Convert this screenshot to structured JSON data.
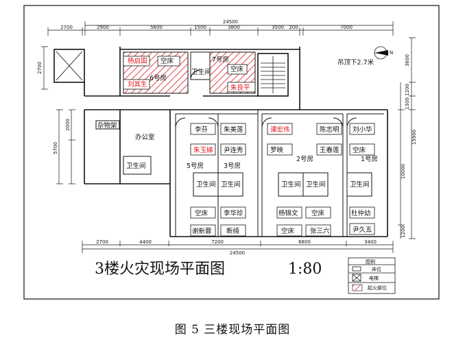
{
  "caption": "图 5 三楼现场平面图",
  "plan_title": "3楼火灾现场平面图",
  "scale": "1:80",
  "ceiling_note": "吊顶下2.7米",
  "compass_letter": "N",
  "colors": {
    "fire": "#e0141b",
    "line": "#111111"
  },
  "legend": {
    "title": "图例",
    "bed": "床位",
    "elevator": "电梯",
    "fire": "起火部位"
  },
  "dims_top": {
    "total": "24500",
    "d1": "2700",
    "d2": "2900",
    "d3": "5600",
    "d4": "1500",
    "d5": "3800",
    "d6": "3500",
    "d7": "200",
    "d8": "7000"
  },
  "dims_bottom": {
    "total": "24500",
    "d1": "2700",
    "d2": "4400",
    "d3": "7200",
    "d4": "6800",
    "d5": "3400"
  },
  "dims_left": {
    "d1": "2700",
    "d2": "2000",
    "d3": "5700"
  },
  "dims_right": {
    "d1": "3600",
    "d2": "1200",
    "d3": "1300",
    "d4": "15900",
    "d5": "10000",
    "d6": "1200"
  },
  "rooms": {
    "r6": "6号房",
    "r7": "7号房",
    "r5": "5号房",
    "r3": "3号房",
    "r2": "2号房",
    "r1": "1号房",
    "office": "办公室",
    "storage": "杂物架"
  },
  "labels": {
    "toilet": "卫生间",
    "empty": "空床",
    "yang": "杨启国",
    "liu": "刘其生",
    "zhu_liang": "朱良平",
    "li_fen": "李芬",
    "zhu_meilian": "朱美莲",
    "zhu_yu": "朱玉娣",
    "yin_lian": "尹连秀",
    "li_hua": "李华珍",
    "xie_xinrong": "谢新蓉",
    "duan_qi": "断绮",
    "tan_hong": "谭宏伟",
    "chen_zhi": "陈志明",
    "luo_ying": "罗映",
    "wang_chun": "王春莲",
    "yang_jin": "杨锦文",
    "zhang_san": "张三六",
    "liu_xiao": "刘小华",
    "du_zhong": "杜仲幼",
    "yin_jiu": "尹久五"
  }
}
